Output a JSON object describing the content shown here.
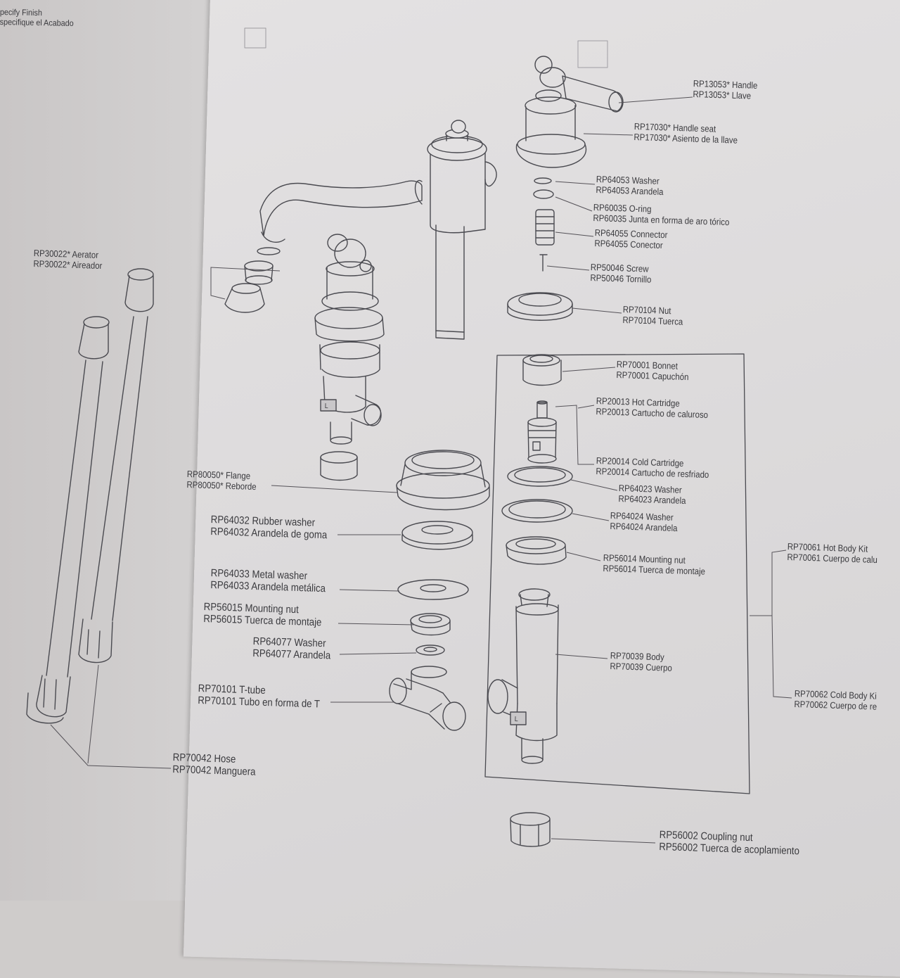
{
  "header": {
    "line1": "pecify Finish",
    "line2": "specifique el Acabado"
  },
  "parts": {
    "handle": {
      "en": "RP13053* Handle",
      "es": "RP13053* Llave"
    },
    "handle_seat": {
      "en": "RP17030* Handle seat",
      "es": "RP17030* Asiento de la llave"
    },
    "washer_64053": {
      "en": "RP64053 Washer",
      "es": "RP64053 Arandela"
    },
    "oring": {
      "en": "RP60035 O-ring",
      "es": "RP60035 Junta en forma de aro tórico"
    },
    "connector": {
      "en": "RP64055 Connector",
      "es": "RP64055 Conector"
    },
    "screw": {
      "en": "RP50046 Screw",
      "es": "RP50046 Tornillo"
    },
    "nut": {
      "en": "RP70104 Nut",
      "es": "RP70104 Tuerca"
    },
    "aerator": {
      "en": "RP30022* Aerator",
      "es": "RP30022* Aireador"
    },
    "bonnet": {
      "en": "RP70001 Bonnet",
      "es": "RP70001 Capuchón"
    },
    "hot_cartridge": {
      "en": "RP20013 Hot Cartridge",
      "es": "RP20013 Cartucho de caluroso"
    },
    "cold_cartridge": {
      "en": "RP20014 Cold Cartridge",
      "es": "RP20014 Cartucho de resfriado"
    },
    "washer_64023": {
      "en": "RP64023 Washer",
      "es": "RP64023 Arandela"
    },
    "washer_64024": {
      "en": "RP64024 Washer",
      "es": "RP64024 Arandela"
    },
    "mounting_nut_56014": {
      "en": "RP56014 Mounting nut",
      "es": "RP56014 Tuerca de montaje"
    },
    "body": {
      "en": "RP70039 Body",
      "es": "RP70039 Cuerpo"
    },
    "hot_body_kit": {
      "en": "RP70061 Hot Body Kit",
      "es": "RP70061 Cuerpo de calu"
    },
    "cold_body_kit": {
      "en": "RP70062 Cold Body Ki",
      "es": "RP70062 Cuerpo de re"
    },
    "flange": {
      "en": "RP80050* Flange",
      "es": "RP80050* Reborde"
    },
    "rubber_washer": {
      "en": "RP64032 Rubber washer",
      "es": "RP64032 Arandela de goma"
    },
    "metal_washer": {
      "en": "RP64033 Metal washer",
      "es": "RP64033 Arandela metálica"
    },
    "mounting_nut_56015": {
      "en": "RP56015 Mounting nut",
      "es": "RP56015 Tuerca de montaje"
    },
    "washer_64077": {
      "en": "RP64077 Washer",
      "es": "RP64077 Arandela"
    },
    "t_tube": {
      "en": "RP70101 T-tube",
      "es": "RP70101 Tubo en forma de T"
    },
    "hose": {
      "en": "RP70042 Hose",
      "es": "RP70042 Manguera"
    },
    "coupling_nut": {
      "en": "RP56002 Coupling nut",
      "es": "RP56002 Tuerca de acoplamiento"
    }
  },
  "valve_mark": "L"
}
